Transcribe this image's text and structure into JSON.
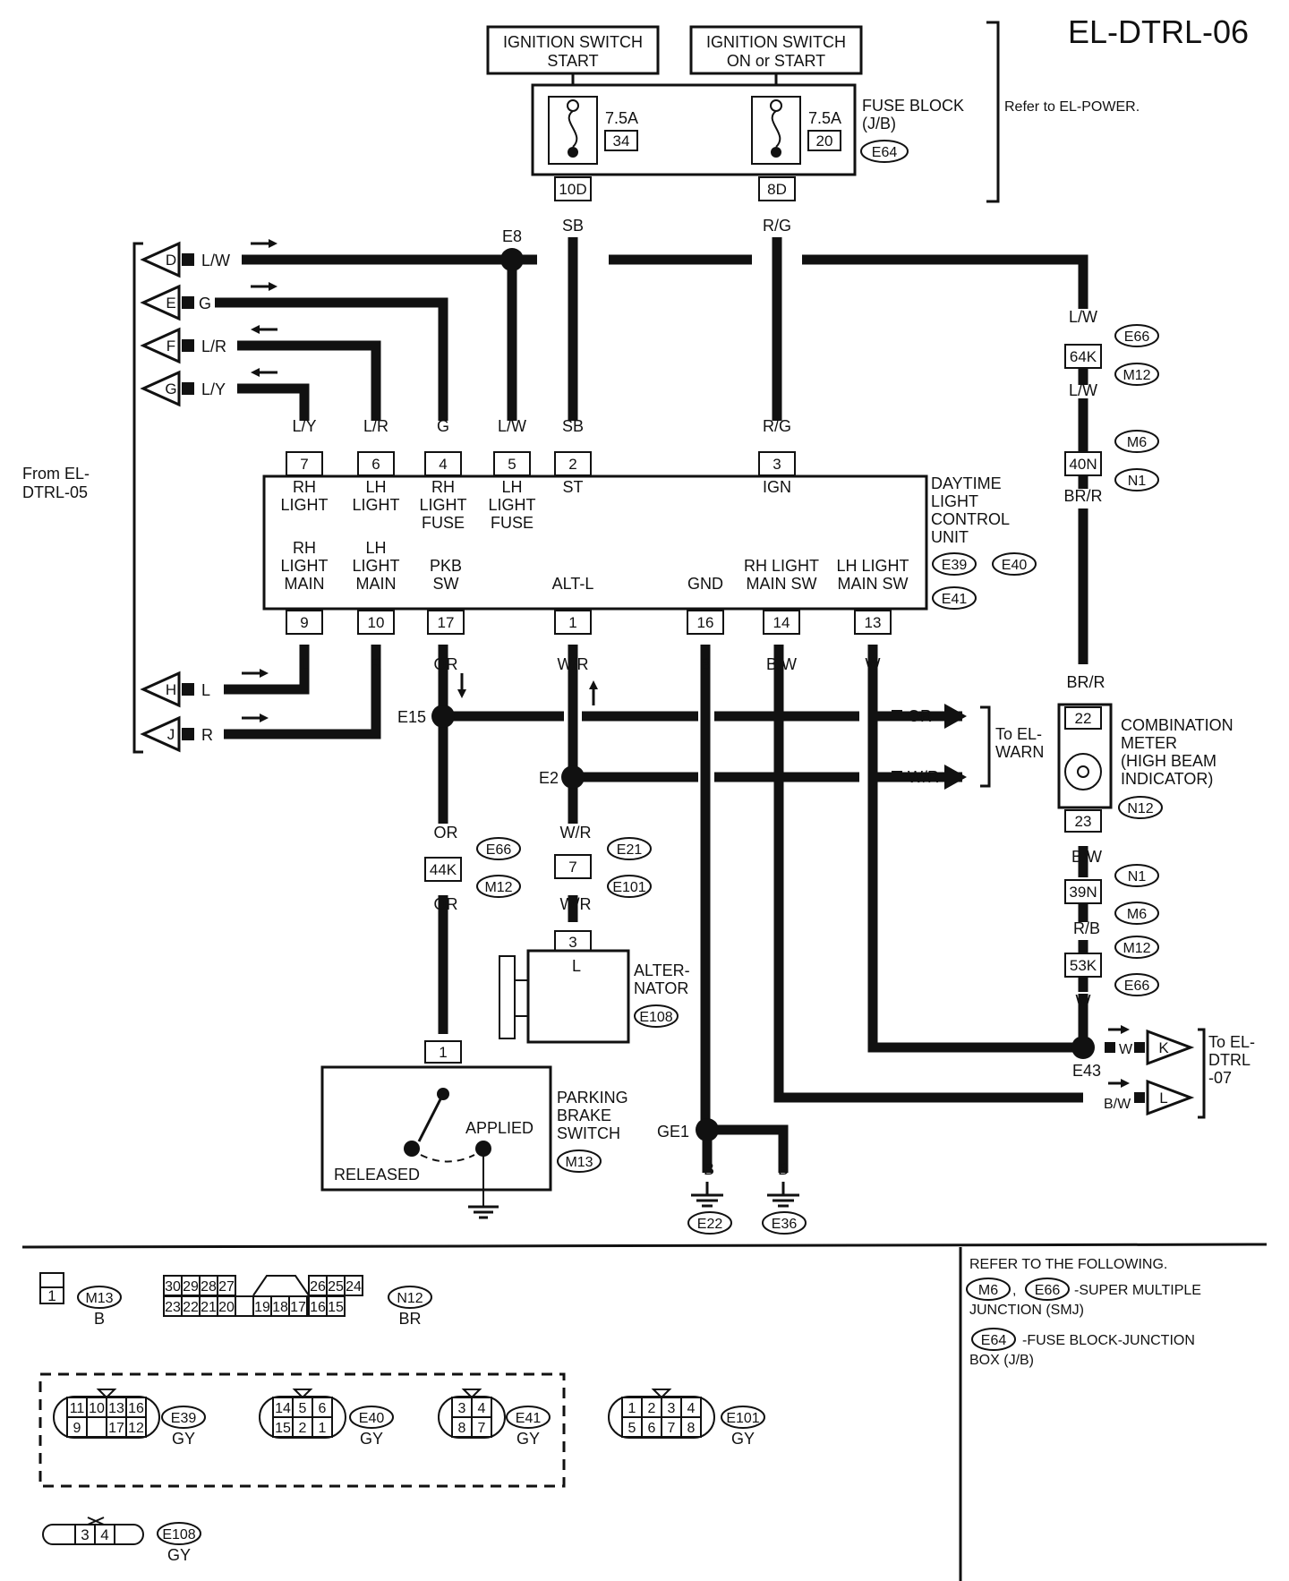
{
  "diagram_id": "EL-DTRL-06",
  "power": {
    "ign_start": [
      "IGNITION SWITCH",
      "START"
    ],
    "ign_on_start": [
      "IGNITION SWITCH",
      "ON or START"
    ],
    "fuse_block": [
      "FUSE BLOCK",
      "(J/B)"
    ],
    "fuse_block_conn": "E64",
    "refer_power": "Refer to EL-POWER.",
    "fuse1_amp": "7.5A",
    "fuse1_no": "34",
    "fuse1_term": "10D",
    "fuse2_amp": "7.5A",
    "fuse2_no": "20",
    "fuse2_term": "8D"
  },
  "wire_colors": {
    "SB": "SB",
    "RG": "R/G",
    "LW": "L/W",
    "G": "G",
    "LR": "L/R",
    "LY": "L/Y",
    "L": "L",
    "R": "R",
    "OR": "OR",
    "WR": "W/R",
    "B": "B",
    "BW": "B/W",
    "W": "W",
    "BRR": "BR/R",
    "RB": "R/B"
  },
  "splices": {
    "e8": "E8",
    "e15": "E15",
    "e2": "E2",
    "e43": "E43",
    "ge1": "GE1"
  },
  "left_connectors": {
    "from_label": [
      "From EL-",
      "DTRL-05"
    ],
    "D": "D",
    "E": "E",
    "F": "F",
    "G": "G",
    "H": "H",
    "J": "J"
  },
  "right_connectors": {
    "to_warn": [
      "To EL-",
      "WARN"
    ],
    "to_dtrl07": [
      "To EL-",
      "DTRL",
      "-07"
    ],
    "K": "K",
    "L": "L"
  },
  "control_unit": {
    "name": [
      "DAYTIME",
      "LIGHT",
      "CONTROL",
      "UNIT"
    ],
    "conns": [
      "E39",
      "E40",
      "E41"
    ],
    "top_pins": [
      {
        "num": "7",
        "label": [
          "RH",
          "LIGHT"
        ]
      },
      {
        "num": "6",
        "label": [
          "LH",
          "LIGHT"
        ]
      },
      {
        "num": "4",
        "label": [
          "RH",
          "LIGHT",
          "FUSE"
        ]
      },
      {
        "num": "5",
        "label": [
          "LH",
          "LIGHT",
          "FUSE"
        ]
      },
      {
        "num": "2",
        "label": [
          "ST"
        ]
      },
      {
        "num": "3",
        "label": [
          "IGN"
        ]
      }
    ],
    "bottom_pins": [
      {
        "num": "9",
        "label": [
          "RH",
          "LIGHT",
          "MAIN"
        ]
      },
      {
        "num": "10",
        "label": [
          "LH",
          "LIGHT",
          "MAIN"
        ]
      },
      {
        "num": "17",
        "label": [
          "PKB",
          "SW"
        ]
      },
      {
        "num": "1",
        "label": [
          "ALT-L"
        ]
      },
      {
        "num": "16",
        "label": [
          "GND"
        ]
      },
      {
        "num": "14",
        "label": [
          "RH LIGHT",
          "MAIN SW"
        ]
      },
      {
        "num": "13",
        "label": [
          "LH LIGHT",
          "MAIN SW"
        ]
      }
    ]
  },
  "junctions": {
    "e66": "E66",
    "m12": "M12",
    "m6": "M6",
    "n1": "N1",
    "e21": "E21",
    "e101": "E101",
    "t64k": "64K",
    "t40n": "40N",
    "t44k": "44K",
    "t7": "7",
    "t39n": "39N",
    "t53k": "53K"
  },
  "combination_meter": {
    "label": [
      "COMBINATION",
      "METER",
      "(HIGH BEAM",
      "INDICATOR)"
    ],
    "pin_top": "22",
    "pin_bottom": "23",
    "conn": "N12"
  },
  "alternator": {
    "label": [
      "ALTER-",
      "NATOR"
    ],
    "conn": "E108",
    "pin": "3",
    "term": "L"
  },
  "parking_brake": {
    "label": [
      "PARKING",
      "BRAKE",
      "SWITCH"
    ],
    "conn": "M13",
    "pin": "1",
    "applied": "APPLIED",
    "released": "RELEASED"
  },
  "grounds": {
    "e22": "E22",
    "e36": "E36"
  },
  "legend": {
    "m13_pin": "1",
    "m13_id": "M13",
    "m13_color": "B",
    "n12_top": [
      "30",
      "29",
      "28",
      "27",
      "26",
      "25",
      "24"
    ],
    "n12_bottom": [
      "23",
      "22",
      "21",
      "20",
      "19",
      "18",
      "17",
      "16",
      "15"
    ],
    "n12_id": "N12",
    "n12_color": "BR",
    "e39_top": [
      "11",
      "10",
      "13",
      "16"
    ],
    "e39_bottom": [
      "9",
      "",
      "17",
      "12"
    ],
    "e39_id": "E39",
    "e39_color": "GY",
    "e40_top": [
      "14",
      "5",
      "6"
    ],
    "e40_bottom": [
      "15",
      "2",
      "1"
    ],
    "e40_id": "E40",
    "e40_color": "GY",
    "e41_top": [
      "3",
      "4"
    ],
    "e41_bottom": [
      "8",
      "7"
    ],
    "e41_id": "E41",
    "e41_color": "GY",
    "e101_top": [
      "1",
      "2",
      "3",
      "4"
    ],
    "e101_bottom": [
      "5",
      "6",
      "7",
      "8"
    ],
    "e101_id": "E101",
    "e101_color": "GY",
    "e108_pins": [
      "3",
      "4"
    ],
    "e108_id": "E108",
    "e108_color": "GY"
  },
  "refer_box": {
    "title": "REFER TO THE FOLLOWING.",
    "line1_conns": [
      "M6",
      "E66"
    ],
    "line1_text": "-SUPER MULTIPLE",
    "line1_text2": "JUNCTION (SMJ)",
    "line2_conn": "E64",
    "line2_text": "-FUSE BLOCK-JUNCTION",
    "line2_text2": "BOX (J/B)"
  }
}
